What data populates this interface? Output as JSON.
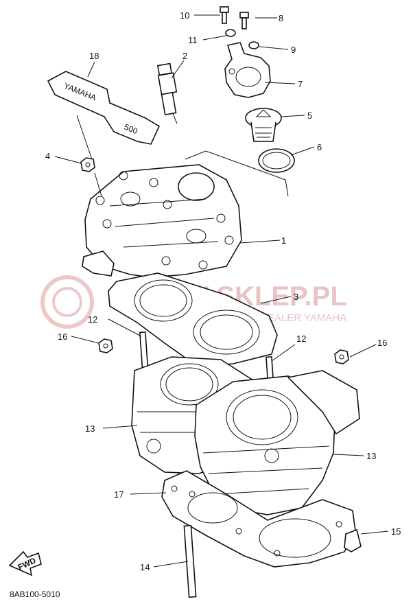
{
  "diagram": {
    "callouts": {
      "c1": "1",
      "c2": "2",
      "c3": "3",
      "c4": "4",
      "c5": "5",
      "c6": "6",
      "c7": "7",
      "c8": "8",
      "c9": "9",
      "c10": "10",
      "c11": "11",
      "c12a": "12",
      "c12b": "12",
      "c13a": "13",
      "c13b": "13",
      "c14": "14",
      "c15": "15",
      "c16a": "16",
      "c16b": "16",
      "c17": "17",
      "c18": "18"
    },
    "diagram_code": "8AB100-5010",
    "fwd_label": "FWD",
    "emblem_text": "500",
    "emblem_brand": "YAMAHA"
  },
  "watermark": {
    "text": "ART-SKLEP.PL",
    "subtext": "AUTORYZOWANY DEALER YAMAHA"
  },
  "colors": {
    "line": "#111111",
    "watermark": "#e8c4c4"
  }
}
